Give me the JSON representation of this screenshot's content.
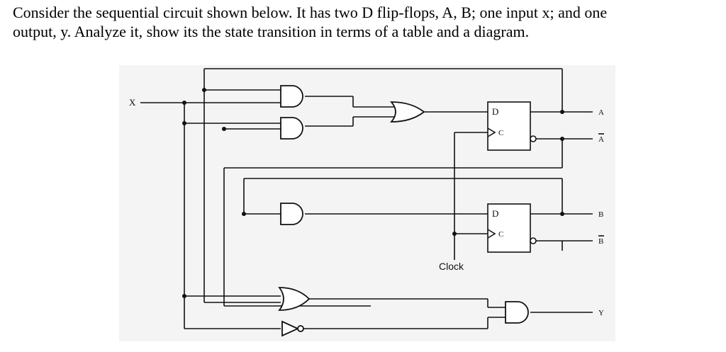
{
  "question": {
    "line1": "Consider the sequential circuit shown below. It has two D flip-flops, A, B; one input x; and one",
    "line2": "output, y. Analyze it, show its the state transition in terms of a table and a diagram."
  },
  "circuit": {
    "input_label": "X",
    "clock_label": "Clock",
    "ff_a": {
      "d_label": "D",
      "c_label": "C",
      "q_label": "A",
      "qbar_label": "A"
    },
    "ff_b": {
      "d_label": "D",
      "c_label": "C",
      "q_label": "B",
      "qbar_label": "B"
    },
    "output_label": "Y"
  }
}
